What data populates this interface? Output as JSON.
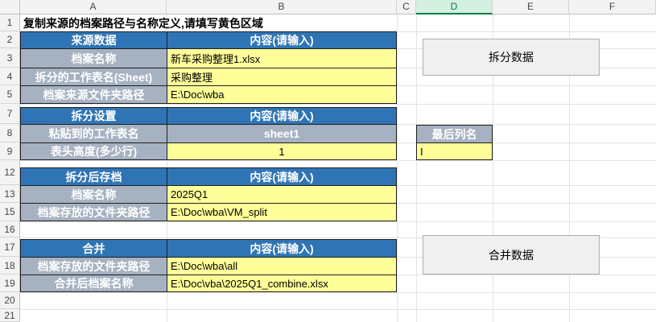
{
  "columns": [
    "A",
    "B",
    "C",
    "D",
    "E",
    "F"
  ],
  "rows": [
    "1",
    "2",
    "3",
    "4",
    "5",
    "7",
    "8",
    "9",
    "12",
    "13",
    "15",
    "16",
    "17",
    "18",
    "19",
    "20",
    "21"
  ],
  "title": "复制来源的档案路径与名称定义,请填写黄色区域",
  "source": {
    "header": "来源数据",
    "content_header": "内容(请输入)",
    "file_name_label": "档案名称",
    "file_name_value": "新车采购整理1.xlsx",
    "sheet_label": "拆分的工作表名(Sheet)",
    "sheet_value": "采购整理",
    "folder_label": "档案来源文件夹路径",
    "folder_value": "E:\\Doc\\wba"
  },
  "split": {
    "header": "拆分设置",
    "content_header": "内容(请输入)",
    "paste_label": "粘贴到的工作表名",
    "paste_value": "sheet1",
    "header_rows_label": "表头高度(多少行)",
    "header_rows_value": "1",
    "last_col_label": "最后列名",
    "last_col_value": "I"
  },
  "save": {
    "header": "拆分后存档",
    "content_header": "内容(请输入)",
    "file_name_label": "档案名称",
    "file_name_value": "2025Q1",
    "folder_label": "档案存放的文件夹路径",
    "folder_value": "E:\\Doc\\wba\\VM_split"
  },
  "merge": {
    "header": "合并",
    "content_header": "内容(请输入)",
    "folder_label": "档案存放的文件夹路径",
    "folder_value": "E:\\Doc\\wba\\all",
    "name_label": "合并后档案名称",
    "name_value": "E:\\Doc\\vba\\2025Q1_combine.xlsx"
  },
  "buttons": {
    "split": "拆分数据",
    "merge": "合并数据"
  }
}
